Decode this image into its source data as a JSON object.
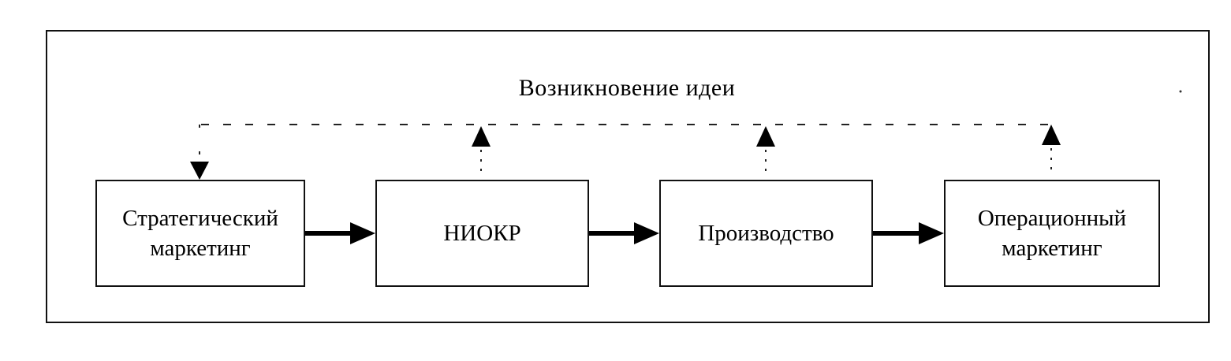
{
  "diagram": {
    "top_label": "Возникновение идеи",
    "boxes": [
      {
        "id": "strategic-marketing",
        "label": "Стратегический\nмаркетинг"
      },
      {
        "id": "rnd",
        "label": "НИОКР"
      },
      {
        "id": "production",
        "label": "Производство"
      },
      {
        "id": "operational-marketing",
        "label": "Операционный\nмаркетинг"
      }
    ],
    "flow": [
      "strategic-marketing",
      "rnd",
      "production",
      "operational-marketing"
    ],
    "feedback_from": [
      "rnd",
      "production",
      "operational-marketing"
    ],
    "feedback_to": "strategic-marketing",
    "colors": {
      "line": "#111111",
      "background": "#ffffff"
    }
  }
}
